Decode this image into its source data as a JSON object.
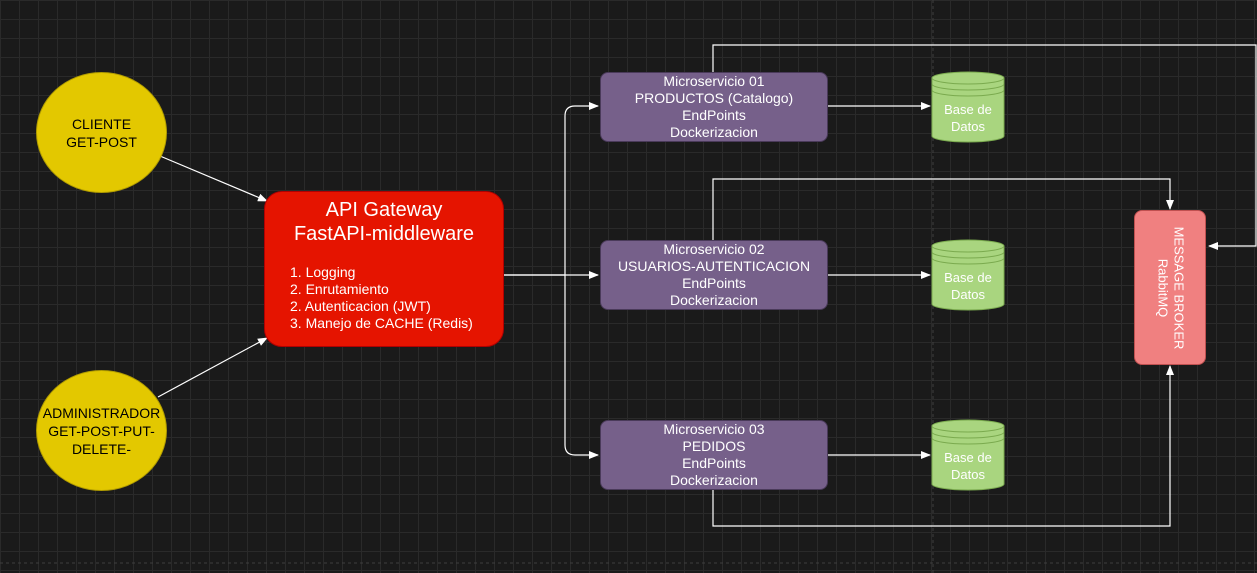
{
  "clients": [
    {
      "line1": "CLIENTE",
      "line2": "GET-POST"
    },
    {
      "line1": "ADMINISTRADOR",
      "line2": "GET-POST-PUT-",
      "line3": "DELETE-"
    }
  ],
  "gateway": {
    "title1": "API Gateway",
    "title2": "FastAPI-middleware",
    "items": [
      "1. Logging",
      "2. Enrutamiento",
      "2. Autenticacion (JWT)",
      "3. Manejo de CACHE (Redis)"
    ]
  },
  "microservices": [
    {
      "name": "Microservicio 01",
      "domain": "PRODUCTOS (Catalogo)",
      "l3": "EndPoints",
      "l4": "Dockerizacion"
    },
    {
      "name": "Microservicio 02",
      "domain": "USUARIOS-AUTENTICACION",
      "l3": "EndPoints",
      "l4": "Dockerizacion"
    },
    {
      "name": "Microservicio 03",
      "domain": "PEDIDOS",
      "l3": "EndPoints",
      "l4": "Dockerizacion"
    }
  ],
  "databases": [
    {
      "line1": "Base de",
      "line2": "Datos"
    },
    {
      "line1": "Base de",
      "line2": "Datos"
    },
    {
      "line1": "Base de",
      "line2": "Datos"
    }
  ],
  "broker": {
    "line1": "MESSAGE BROKER",
    "line2": "RabbitMQ"
  },
  "colors": {
    "client": "#e3c800",
    "gateway": "#e51400",
    "microservice": "#76608a",
    "database": "#a9d57f",
    "broker": "#f08080",
    "connector": "#ffffff"
  }
}
